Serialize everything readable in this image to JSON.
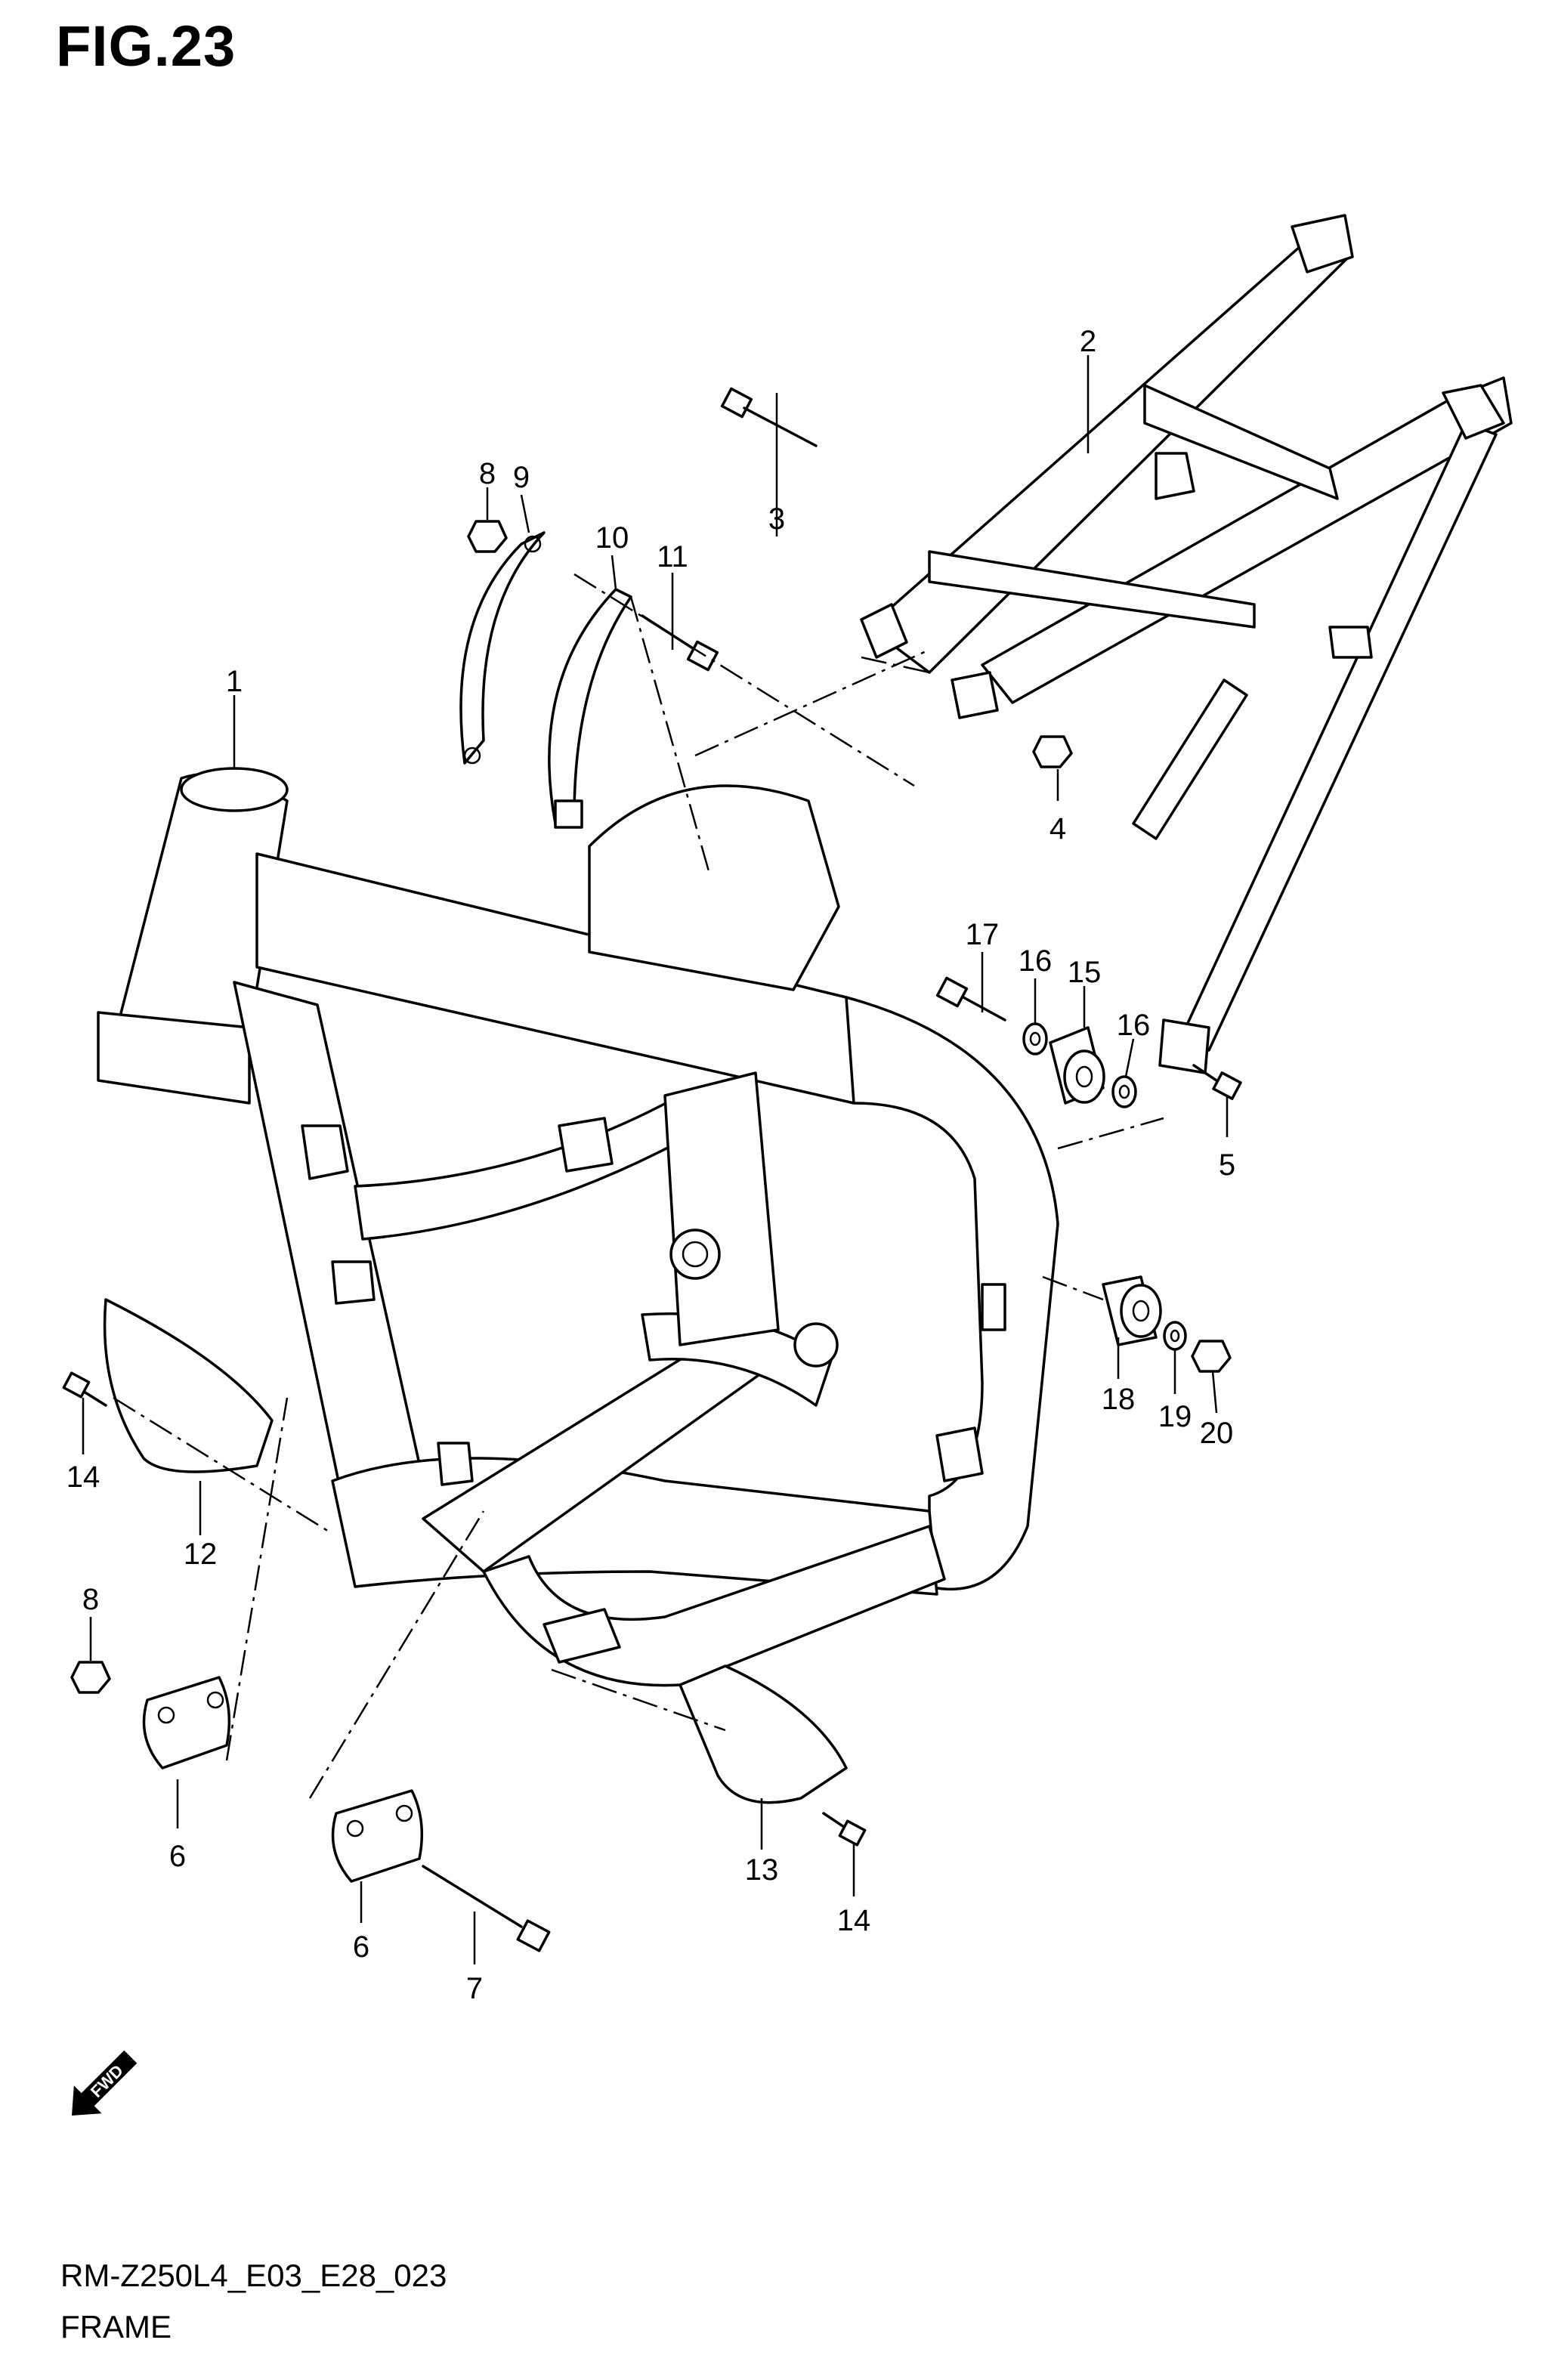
{
  "figure": {
    "title": "FIG.23"
  },
  "footer": {
    "code": "RM-Z250L4_E03_E28_023",
    "name": "FRAME"
  },
  "fwd_badge": {
    "label": "FWD",
    "icon": "fwd-arrow-icon"
  },
  "callouts": {
    "c1": "1",
    "c2": "2",
    "c3": "3",
    "c4": "4",
    "c5": "5",
    "c6a": "6",
    "c6b": "6",
    "c7": "7",
    "c8a": "8",
    "c8b": "8",
    "c9": "9",
    "c10": "10",
    "c11": "11",
    "c12": "12",
    "c13": "13",
    "c14a": "14",
    "c14b": "14",
    "c15": "15",
    "c16a": "16",
    "c16b": "16",
    "c17": "17",
    "c18": "18",
    "c19": "19",
    "c20": "20"
  }
}
